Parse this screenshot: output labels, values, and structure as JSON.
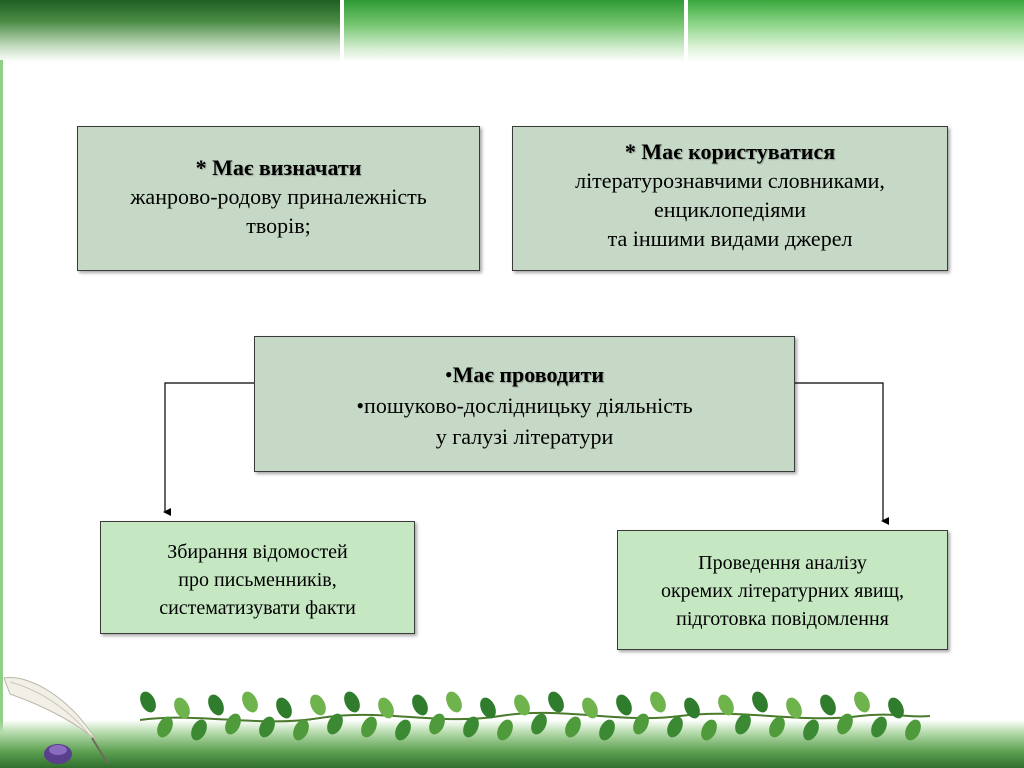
{
  "boxes": {
    "top_left": {
      "heading": "* Має визначати",
      "lines": [
        "жанрово-родову приналежність",
        "творів;"
      ]
    },
    "top_right": {
      "heading": "* Має користуватися",
      "lines": [
        "літературознавчими словниками,",
        "енциклопедіями",
        "та іншими видами джерел"
      ]
    },
    "center": {
      "bullet": "•",
      "heading": "Має проводити",
      "lines": [
        "•пошуково-дослідницьку діяльність",
        "у галузі літератури"
      ]
    },
    "bottom_left": {
      "lines": [
        "Збирання відомостей",
        "про письменників,",
        "систематизувати факти"
      ]
    },
    "bottom_right": {
      "lines": [
        "Проведення аналізу",
        "окремих літературних явищ,",
        "підготовка повідомлення"
      ]
    }
  },
  "colors": {
    "box_grey": "#c6d8c6",
    "box_green": "#c5e8c3",
    "banner_green": "#2f8a32",
    "leaf_green": "#3f8f3a"
  },
  "icons": [
    "quill-pen-icon",
    "vine-decoration"
  ]
}
